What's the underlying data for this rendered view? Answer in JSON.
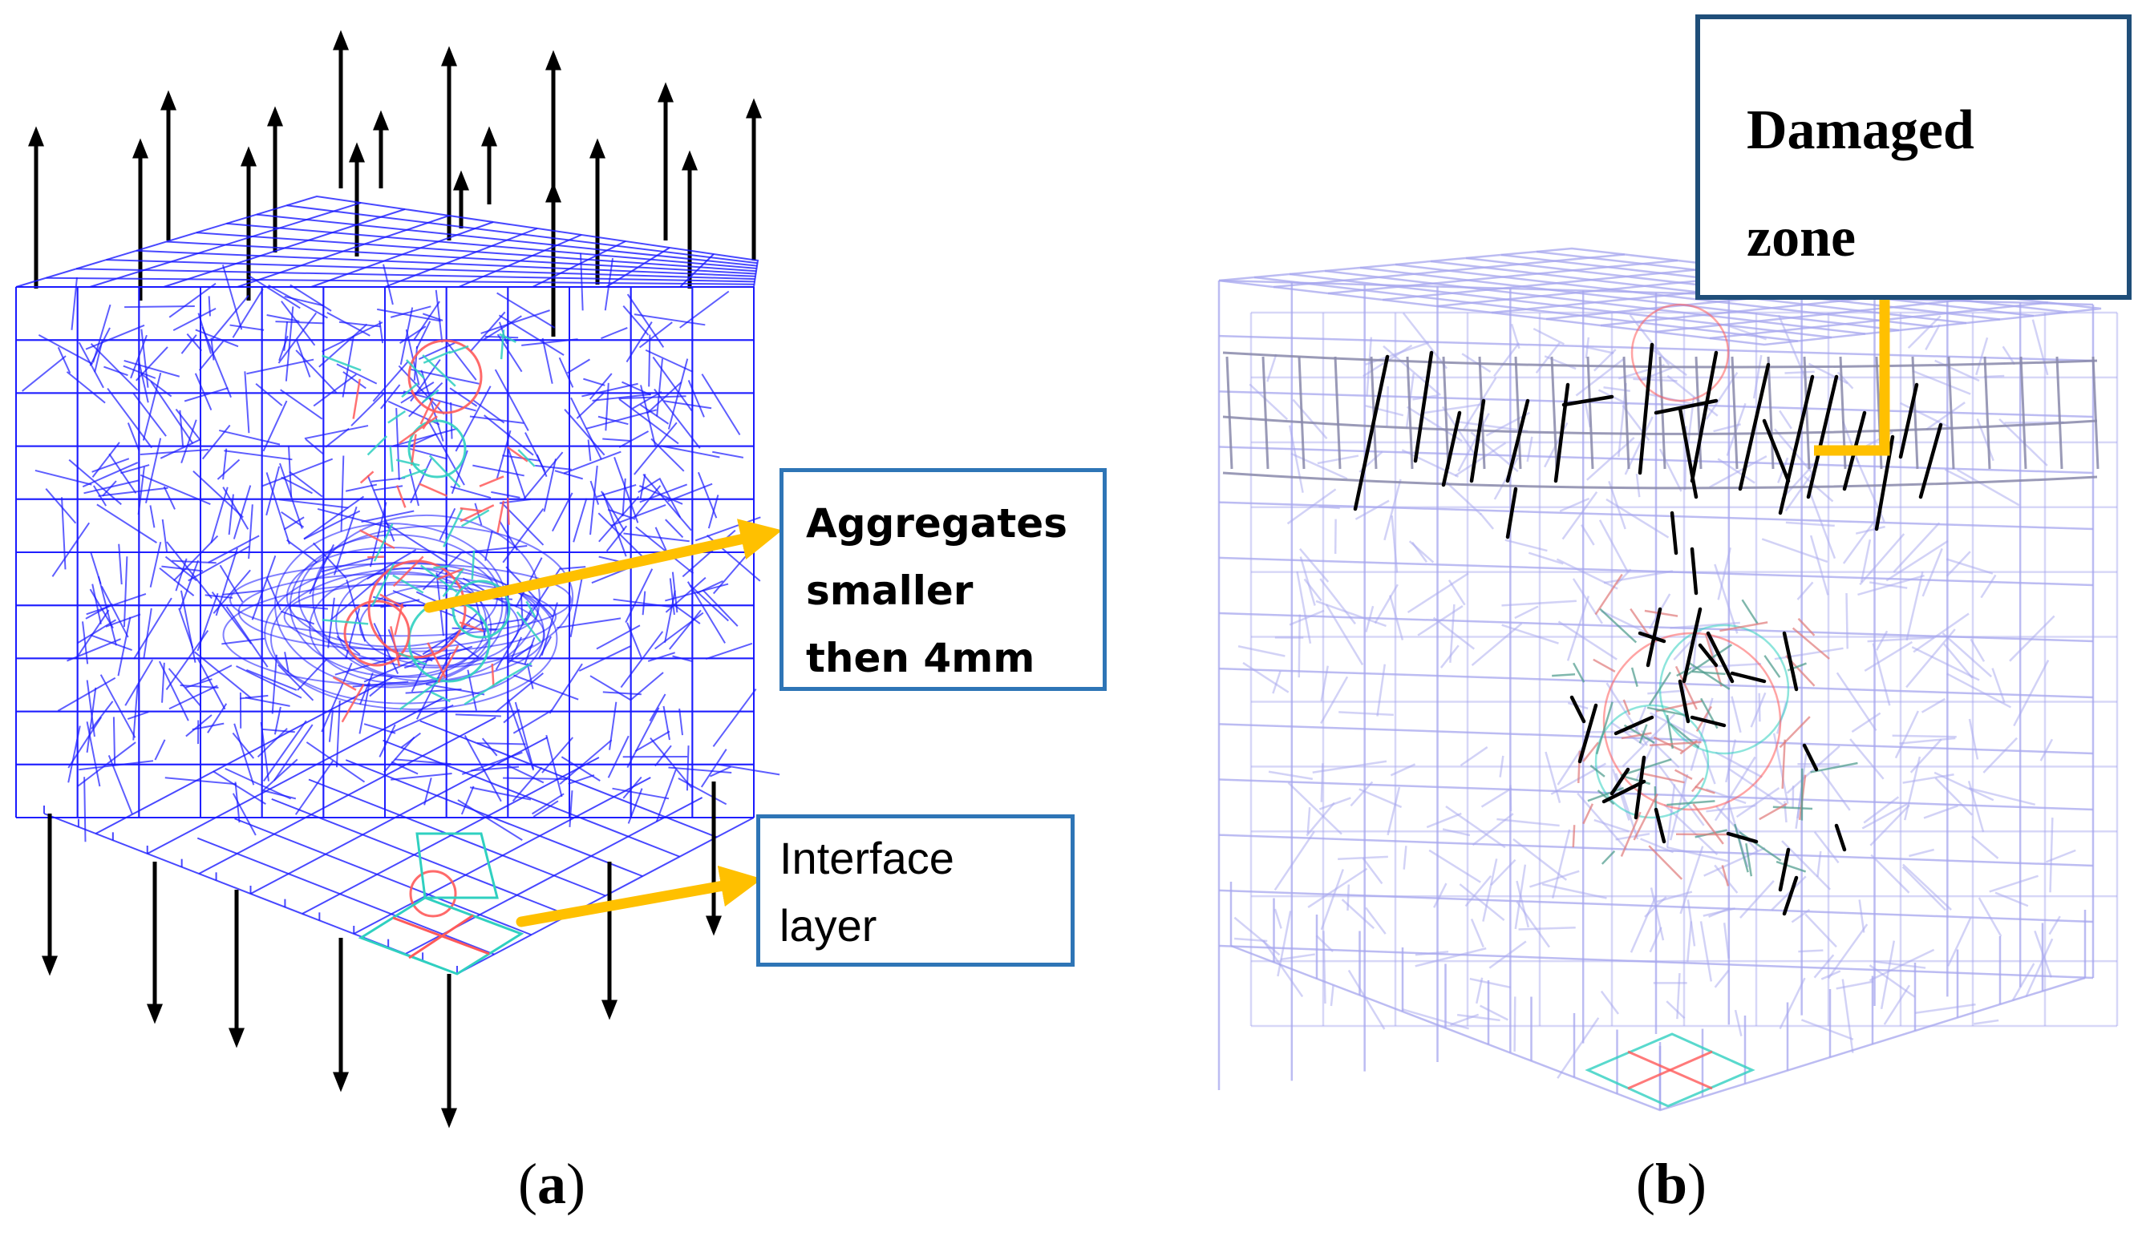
{
  "labels": {
    "aggregates": [
      "Aggregates",
      "smaller",
      "then 4mm"
    ],
    "interface": [
      "Interface",
      "layer"
    ],
    "damaged": [
      "Damaged",
      "zone"
    ]
  },
  "captions": {
    "a": {
      "open": "(",
      "letter": "a",
      "close": ")"
    },
    "b": {
      "open": "(",
      "letter": "b",
      "close": ")"
    }
  },
  "colors": {
    "mesh_a": "#1a1aff",
    "mesh_b": "#a6a6ee",
    "aggregate_red": "#ff5a5a",
    "aggregate_teal": "#2fd0c0",
    "load_arrow": "#000000",
    "callout_arrow": "#ffc000",
    "callout_border": "#2e75b6",
    "crack": "#000000"
  },
  "icons": {
    "load_arrow": "arrow-icon",
    "callout_arrow": "arrow-icon"
  }
}
